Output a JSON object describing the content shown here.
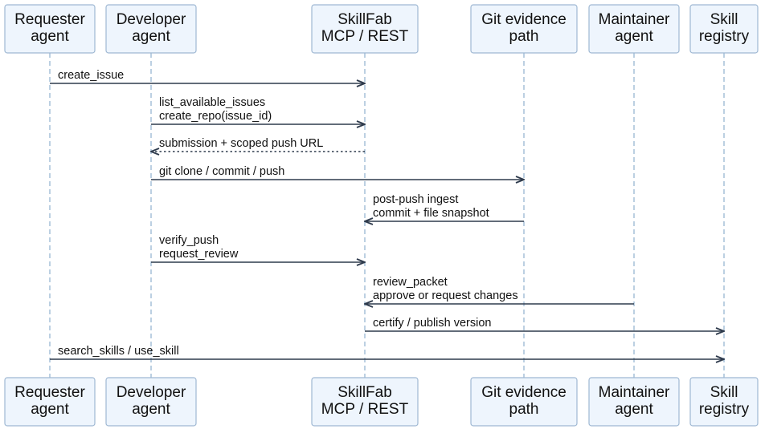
{
  "participants": [
    {
      "id": "requester",
      "label": [
        "Requester",
        "agent"
      ]
    },
    {
      "id": "developer",
      "label": [
        "Developer",
        "agent"
      ]
    },
    {
      "id": "skillfab",
      "label": [
        "SkillFab",
        "MCP / REST"
      ]
    },
    {
      "id": "git",
      "label": [
        "Git evidence",
        "path"
      ]
    },
    {
      "id": "maintainer",
      "label": [
        "Maintainer",
        "agent"
      ]
    },
    {
      "id": "registry",
      "label": [
        "Skill",
        "registry"
      ]
    }
  ],
  "messages": [
    {
      "from": "requester",
      "to": "skillfab",
      "label": [
        "create_issue"
      ],
      "style": "solid"
    },
    {
      "from": "developer",
      "to": "skillfab",
      "label": [
        "list_available_issues",
        "create_repo(issue_id)"
      ],
      "style": "solid"
    },
    {
      "from": "skillfab",
      "to": "developer",
      "label": [
        "submission + scoped push URL"
      ],
      "style": "dotted"
    },
    {
      "from": "developer",
      "to": "git",
      "label": [
        "git clone / commit / push"
      ],
      "style": "solid"
    },
    {
      "from": "git",
      "to": "skillfab",
      "label": [
        "post-push ingest",
        "commit + file snapshot"
      ],
      "style": "solid"
    },
    {
      "from": "developer",
      "to": "skillfab",
      "label": [
        "verify_push",
        "request_review"
      ],
      "style": "solid"
    },
    {
      "from": "maintainer",
      "to": "skillfab",
      "label": [
        "review_packet",
        "approve or request changes"
      ],
      "style": "solid"
    },
    {
      "from": "skillfab",
      "to": "registry",
      "label": [
        "certify / publish version"
      ],
      "style": "solid"
    },
    {
      "from": "requester",
      "to": "registry",
      "label": [
        "search_skills / use_skill"
      ],
      "style": "solid"
    }
  ],
  "colors": {
    "box_fill": "#eef5fd",
    "box_border": "#9fb8d3",
    "lifeline": "#8fb0cf",
    "arrow": "#2f3b4d",
    "text": "#111111"
  }
}
